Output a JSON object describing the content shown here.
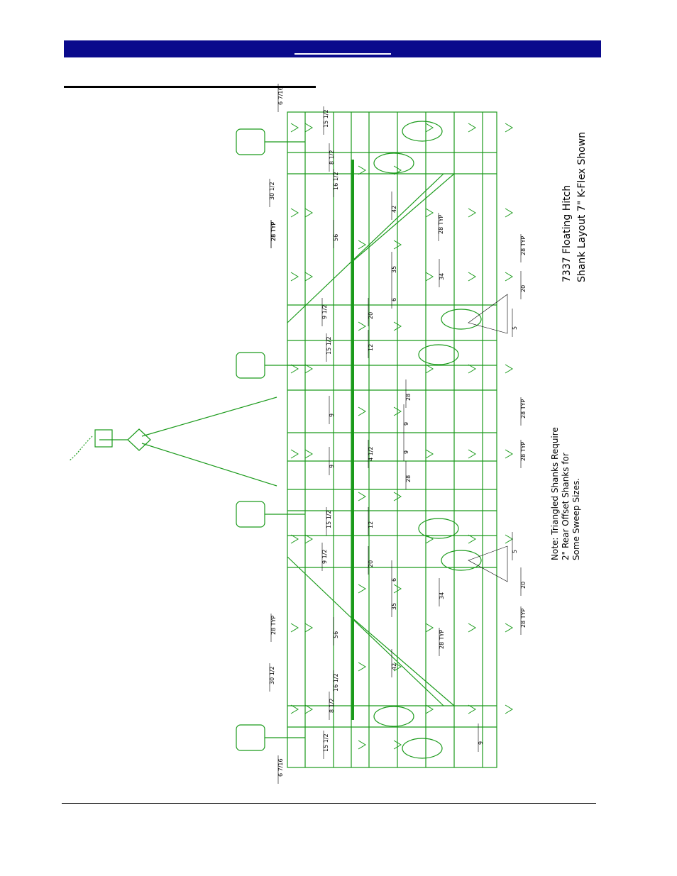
{
  "header": {
    "color": "#0a0a8c"
  },
  "drawing": {
    "line_color": "#1a9a1a",
    "title_line1": "7337 Floating Hitch",
    "title_line2": "Shank Layout 7\"    K-Flex Shown",
    "note_line1": "Note: Triangled Shanks Require",
    "note_line2": "2\" Rear Offset Shanks for",
    "note_line3": "Some Sweep Sizes.",
    "dims_top": [
      "6 7/16",
      "15 1/2",
      "8 1/2",
      "16 1/2",
      "30 1/2",
      "28 TYP",
      "28 TYP",
      "56",
      "42",
      "35",
      "28 TYP",
      "34",
      "28 TYP",
      "20",
      "6",
      "9 1/2",
      "20",
      "5",
      "12",
      "15 1/2",
      "28",
      "9",
      "9",
      "28 TYP",
      "28 TYP",
      "9",
      "9",
      "4 1/2",
      "28"
    ],
    "dims_bottom": [
      "12",
      "15 1/2",
      "9 1/2",
      "20",
      "6",
      "5",
      "20",
      "35",
      "34",
      "56",
      "28 TYP",
      "28 TYP",
      "28 TYP",
      "42",
      "16 1/2",
      "30 1/2",
      "8 1/2",
      "15 1/2",
      "9",
      "6 7/16"
    ]
  }
}
